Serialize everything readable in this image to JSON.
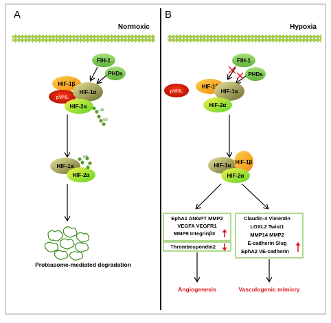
{
  "panels": {
    "left": {
      "letter": "A",
      "condition": "Normoxic"
    },
    "right": {
      "letter": "B",
      "condition": "Hypoxia"
    }
  },
  "molecules": {
    "fih1": "FIH-1",
    "phds": "PHDs",
    "hif1b": "HIF-1β",
    "hif1a": "HIF-1α",
    "hif2a": "HIF-2α",
    "pvhl": "pVHL",
    "ub": "ub"
  },
  "outcomes": {
    "degradation": "Proteasome-mediated degradation",
    "angiogenesis": "Angiogenesis",
    "vasculogenic": "Vasculogenic mimicry"
  },
  "boxes": {
    "angio_genes": [
      "EphA1 ANGPT MMP2",
      "VEGFA VEGFR1",
      "MMP9 Integrinβ3"
    ],
    "angio_down": "Thrombospondin2",
    "vm_genes": [
      "Claudin-4 Vimentin",
      "LOXL2 Twist1",
      "MMP14 MMP2",
      "E-cadherin Slug",
      "EphA2 VE-cadherin"
    ]
  },
  "colors": {
    "membrane": "#9acd32",
    "fih_phd": "#7ec850",
    "hif1b": "#f5a623",
    "hif1a": "#b9b86a",
    "hif2a": "#8fe03c",
    "pvhl": "#d81e05",
    "ub": "#5a9e2a",
    "outcome_red": "#e0161b",
    "box_border": "#7bc043",
    "up_arrow": "#e0161b"
  }
}
